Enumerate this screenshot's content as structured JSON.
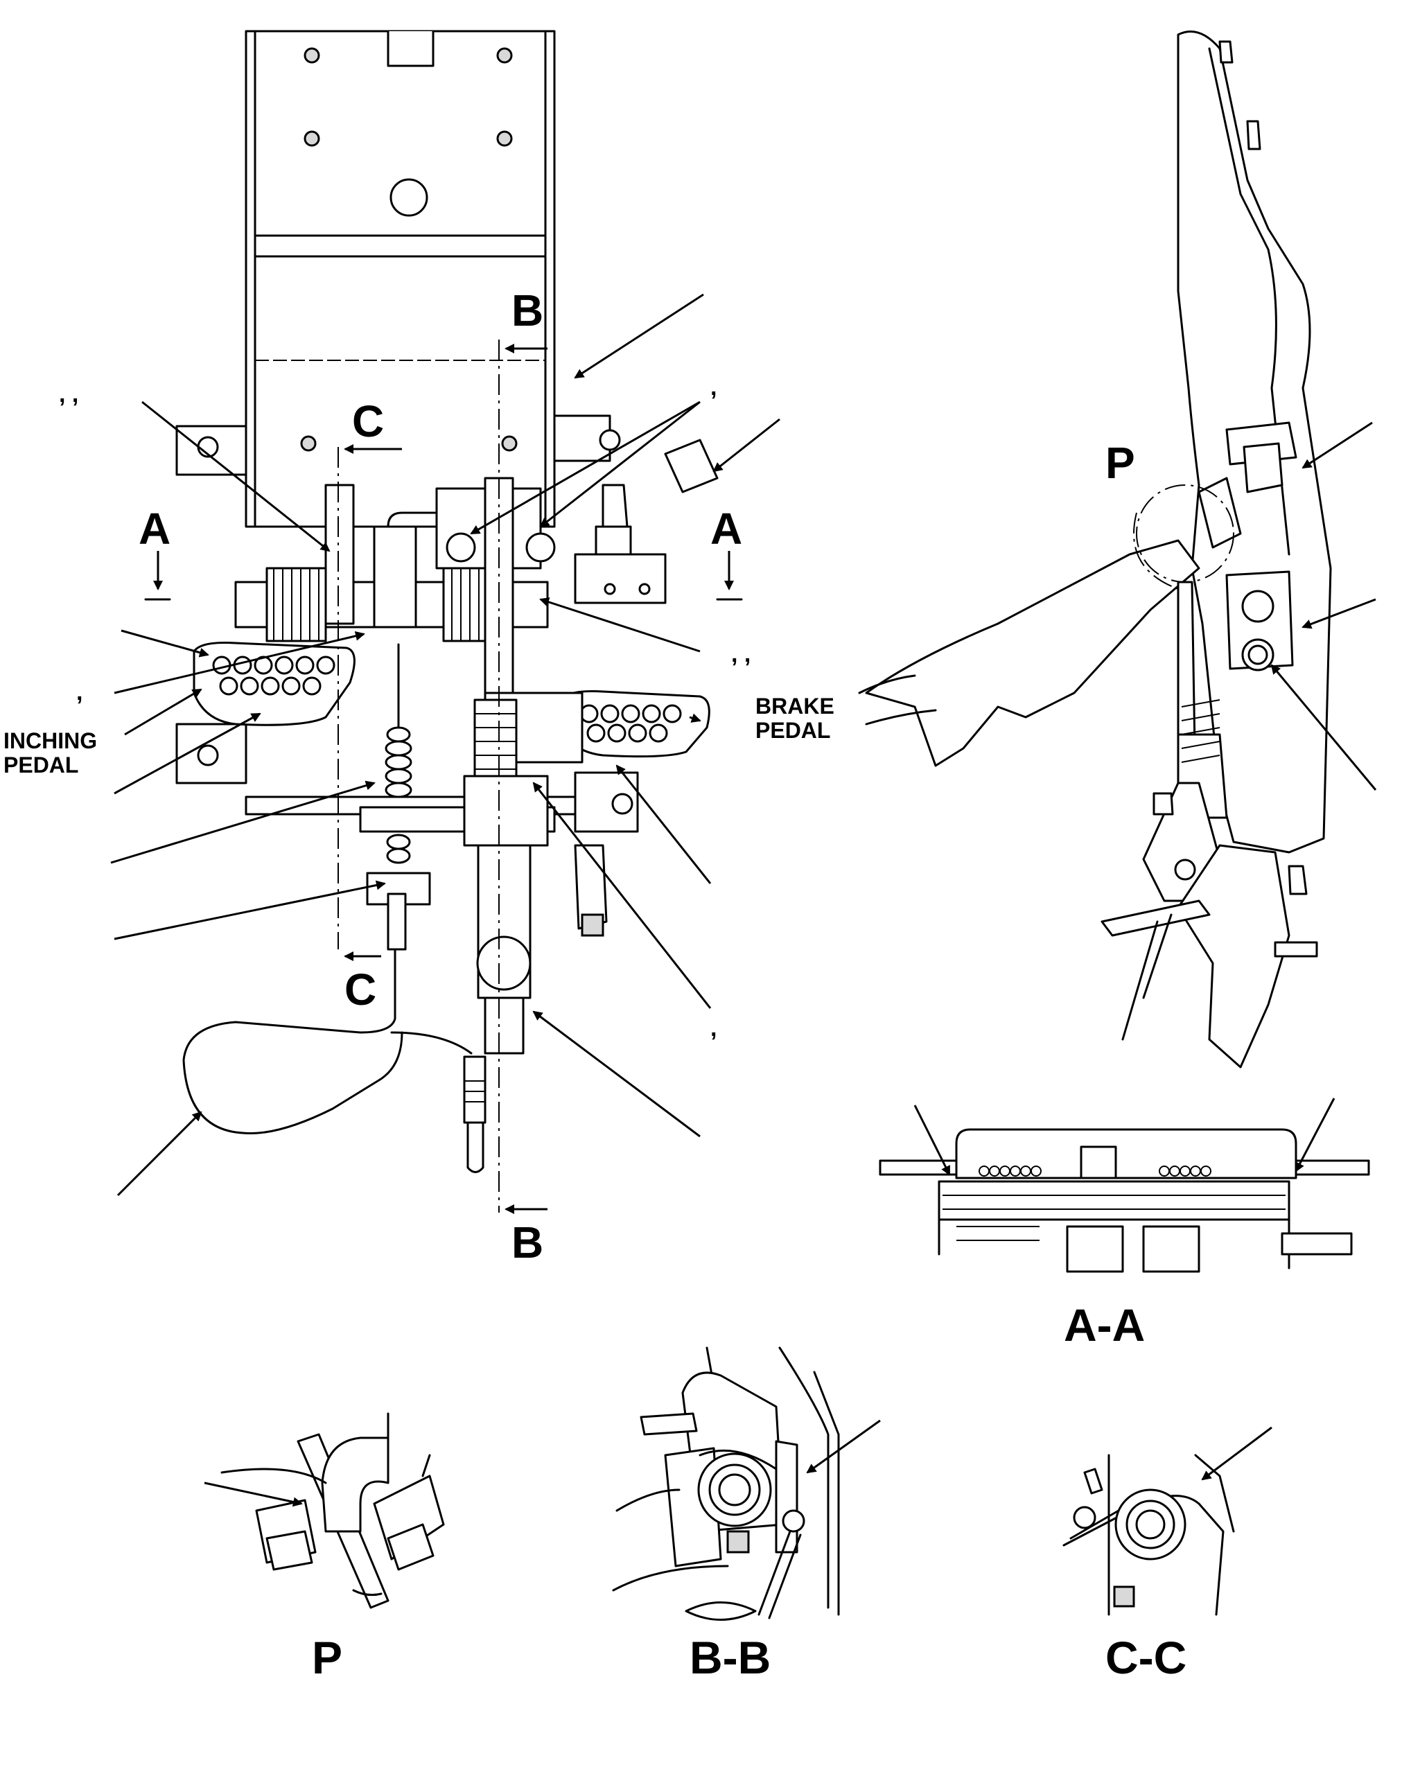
{
  "labels": {
    "section_a": "A",
    "section_b": "B",
    "section_c": "C",
    "detail_p": "P",
    "inching_pedal_line1": "INCHING",
    "inching_pedal_line2": "PEDAL",
    "brake_pedal_line1": "BRAKE",
    "brake_pedal_line2": "PEDAL",
    "view_a_a": "A-A",
    "view_b_b": "B-B",
    "view_c_c": "C-C",
    "view_p": "P"
  },
  "callout_marks": {
    "upper_left": ",   ,",
    "upper_center": ",",
    "right_mid": ",   ,",
    "left_mid": ",",
    "lower_center": ","
  }
}
